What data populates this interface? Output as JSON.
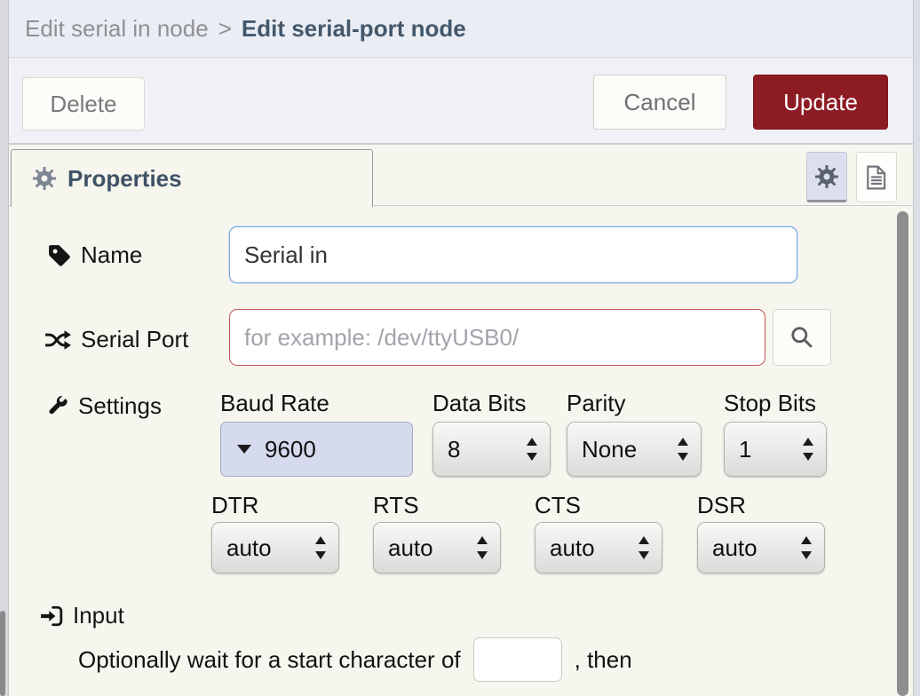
{
  "breadcrumb": {
    "parent": "Edit serial in node",
    "separator": ">",
    "current": "Edit serial-port node"
  },
  "toolbar": {
    "delete_label": "Delete",
    "cancel_label": "Cancel",
    "update_label": "Update"
  },
  "tab_bar": {
    "properties_label": "Properties",
    "icons": [
      "gear-icon",
      "document-icon"
    ]
  },
  "form": {
    "name": {
      "label": "Name",
      "value": "Serial in",
      "icon": "tag-icon"
    },
    "serial_port": {
      "label": "Serial Port",
      "value": "",
      "placeholder": "for example: /dev/ttyUSB0/",
      "icon": "shuffle-icon",
      "search_icon": "magnifier-icon"
    },
    "settings": {
      "label": "Settings",
      "icon": "wrench-icon",
      "baud_rate": {
        "label": "Baud Rate",
        "value": "9600"
      },
      "data_bits": {
        "label": "Data Bits",
        "value": "8"
      },
      "parity": {
        "label": "Parity",
        "value": "None"
      },
      "stop_bits": {
        "label": "Stop Bits",
        "value": "1"
      },
      "dtr": {
        "label": "DTR",
        "value": "auto"
      },
      "rts": {
        "label": "RTS",
        "value": "auto"
      },
      "cts": {
        "label": "CTS",
        "value": "auto"
      },
      "dsr": {
        "label": "DSR",
        "value": "auto"
      }
    },
    "input_section": {
      "label": "Input",
      "icon": "sign-in-icon",
      "wait_prefix": "Optionally wait for a start character of",
      "wait_char": "",
      "wait_suffix": ", then"
    }
  },
  "colors": {
    "update_button_red": "#8C1B23",
    "active_tab_text": "#3F5366",
    "focus_border_blue": "#7FA8D9",
    "error_border_red": "#C0564E",
    "baud_combo_bg": "#D6DAEE",
    "form_bg": "#F6F6EE",
    "header_bg": "#EBEDF4",
    "toolbar_bg": "#EFF1F7"
  }
}
